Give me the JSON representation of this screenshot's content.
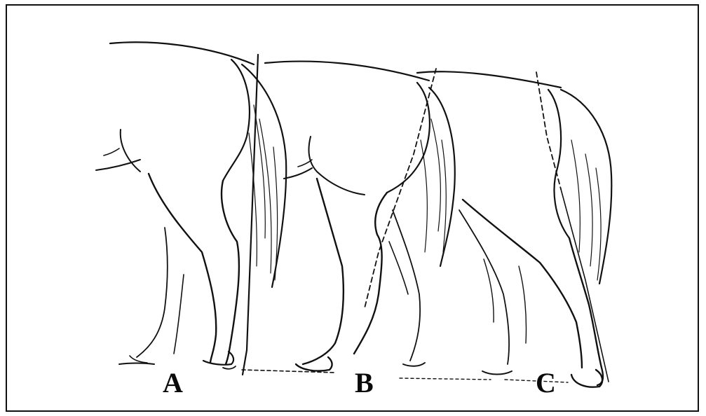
{
  "figure": {
    "panels": [
      {
        "id": "A",
        "label": "A"
      },
      {
        "id": "B",
        "label": "B"
      },
      {
        "id": "C",
        "label": "C"
      }
    ],
    "colors": {
      "ink": "#111111",
      "background": "#ffffff"
    }
  }
}
